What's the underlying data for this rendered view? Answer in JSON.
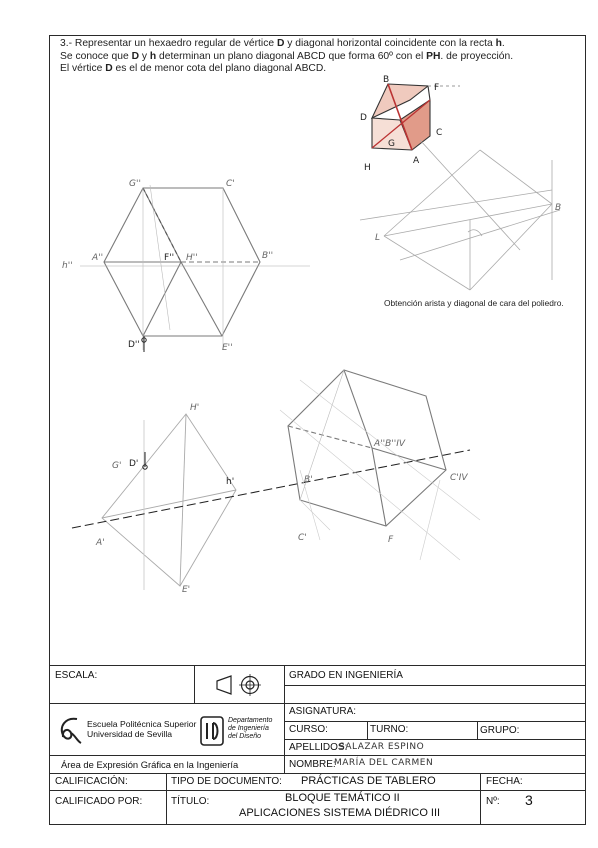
{
  "statement": {
    "line1_pre": "3.- Representar un hexaedro regular de vértice ",
    "line1_bold1": "D",
    "line1_mid": " y diagonal horizontal coincidente con la recta ",
    "line1_bold2": "h",
    "line1_end": ".",
    "line2_pre": "Se conoce que ",
    "line2_bold1": "D",
    "line2_mid1": " y ",
    "line2_bold2": "h",
    "line2_mid2": " determinan un plano diagonal ABCD que forma 60º con el ",
    "line2_bold3": "PH",
    "line2_end": ". de proyección.",
    "line3_pre": "El vértice ",
    "line3_bold": "D",
    "line3_end": " es el de menor cota del plano diagonal ABCD."
  },
  "caption": "Obtención arista y diagonal de cara del poliedro.",
  "labels": {
    "cube_B": "B",
    "cube_F": "F",
    "cube_D": "D",
    "cube_C": "C",
    "cube_G": "G",
    "cube_H": "H",
    "cube_A": "A",
    "top_G": "G''",
    "top_C": "C'",
    "top_h": "h''",
    "top_A": "A''",
    "top_F": "F''",
    "top_H": "H''",
    "top_B": "B''",
    "top_D": "D''",
    "top_E": "E''",
    "aux_L": "L",
    "aux_B": "B",
    "bot_D": "D'",
    "bot_h": "h'",
    "bot_A": "A'",
    "bot_H": "H'",
    "bot_G": "G'",
    "bot_E": "E'",
    "bot_B": "B'",
    "bot_C": "C'",
    "bot_F": "F",
    "bot_C2": "C'IV",
    "bot_AB": "A''B''IV"
  },
  "title_block": {
    "escala": "ESCALA:",
    "grado": "GRADO EN INGENIERÍA",
    "asignatura": "ASIGNATURA:",
    "curso": "CURSO:",
    "turno": "TURNO:",
    "grupo": "GRUPO:",
    "apellidos_label": "APELLIDOS:",
    "apellidos_value": "SALAZAR ESPINO",
    "nombre_label": "NOMBRE:",
    "nombre_value": "MARÍA DEL CARMEN",
    "school_line1": "Escuela Politécnica Superior",
    "school_line2": "Universidad de Sevilla",
    "dept_line1": "Departamento",
    "dept_line2": "de Ingeniería",
    "dept_line3": "del Diseño",
    "area": "Área de Expresión Gráfica en la Ingeniería",
    "calificacion": "CALIFICACIÓN:",
    "tipo_doc_label": "TIPO DE DOCUMENTO:",
    "tipo_doc_value": "PRÁCTICAS DE TABLERO",
    "fecha": "FECHA:",
    "calificado_por": "CALIFICADO POR:",
    "titulo_label": "TÍTULO:",
    "titulo_line1": "BLOQUE TEMÁTICO II",
    "titulo_line2": "APLICACIONES SISTEMA DIÉDRICO III",
    "numero_label": "Nº:",
    "numero_value": "3"
  }
}
